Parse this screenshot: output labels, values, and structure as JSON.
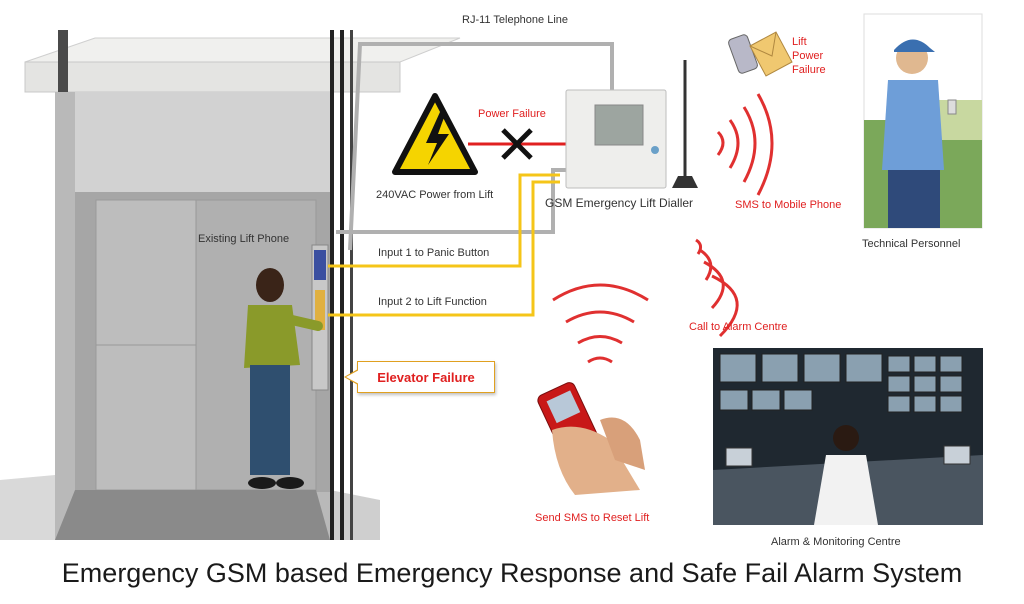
{
  "diagram": {
    "labels": {
      "telephone_line": "RJ-11 Telephone Line",
      "power_failure": "Power Failure",
      "power_source": "240VAC Power from Lift",
      "dialler": "GSM Emergency Lift Dialler",
      "existing_phone": "Existing Lift Phone",
      "input1": "Input 1 to Panic Button",
      "input2": "Input 2 to Lift Function",
      "elevator_failure": "Elevator Failure",
      "sms_line1": "Lift",
      "sms_line2": "Power",
      "sms_line3": "Failure",
      "sms_to_mobile": "SMS to Mobile Phone",
      "technical_personnel": "Technical Personnel",
      "call_alarm_centre": "Call to Alarm Centre",
      "send_sms_reset": "Send SMS to Reset Lift",
      "alarm_centre": "Alarm & Monitoring Centre"
    },
    "caption": "Emergency GSM based Emergency Response and Safe Fail Alarm System",
    "colors": {
      "label_red": "#e02020",
      "wire_yellow": "#f5c518",
      "wire_gray": "#b0b0b0",
      "signal_red": "#e03030"
    }
  }
}
